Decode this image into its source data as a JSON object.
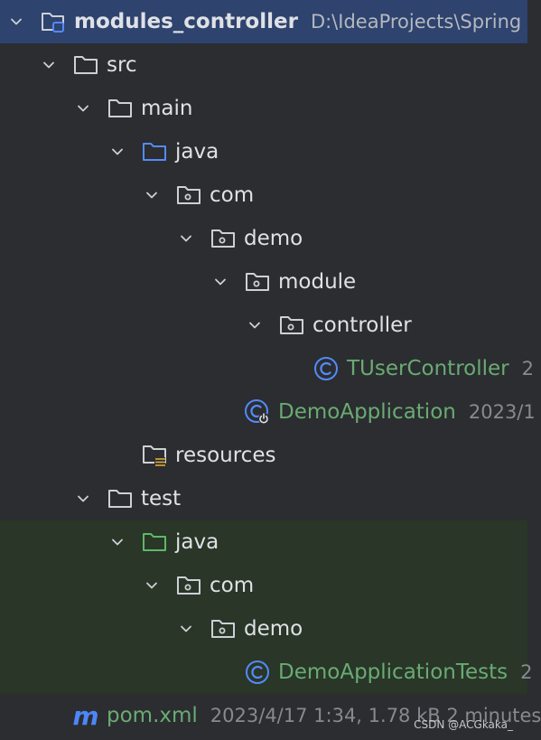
{
  "project": {
    "name": "modules_controller",
    "path": "D:\\IdeaProjects\\Spring"
  },
  "tree": {
    "src": "src",
    "main": "main",
    "main_java": "java",
    "main_com": "com",
    "main_demo": "demo",
    "module": "module",
    "controller": "controller",
    "tuser_controller": {
      "name": "TUserController",
      "meta": "2"
    },
    "demo_application": {
      "name": "DemoApplication",
      "meta": "2023/1"
    },
    "resources": "resources",
    "test": "test",
    "test_java": "java",
    "test_com": "com",
    "test_demo": "demo",
    "demo_application_tests": {
      "name": "DemoApplicationTests",
      "meta": "2"
    },
    "pom": {
      "name": "pom.xml",
      "meta": "2023/4/17 1:34, 1.78 kB 2 minutes",
      "icon_letter": "m"
    }
  },
  "colors": {
    "background": "#2b2d30",
    "selection": "#2e436e",
    "test_scope": "#293628",
    "folder_stroke": "#cdd0d6",
    "source_root": "#548af7",
    "test_root": "#5fb865",
    "class_icon": "#548af7",
    "test_label": "#6aab73"
  },
  "icons": [
    "chevron-down-icon",
    "module-folder-icon",
    "folder-icon",
    "source-root-folder-icon",
    "package-icon",
    "class-icon",
    "spring-boot-class-icon",
    "resources-folder-icon",
    "test-root-folder-icon",
    "maven-icon"
  ],
  "watermark": "CSDN @ACGkaka_"
}
